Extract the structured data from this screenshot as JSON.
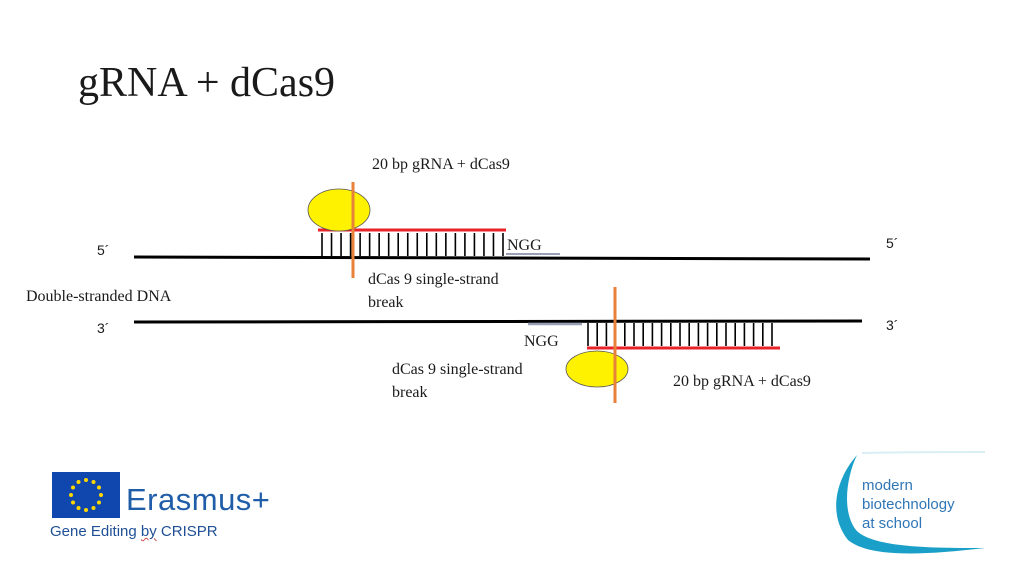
{
  "slide": {
    "title": "gRNA + dCas9"
  },
  "labels": {
    "top_grna": "20 bp gRNA + dCas9",
    "bottom_grna": "20 bp gRNA + dCas9",
    "pam_top": "NGG",
    "pam_bottom": "NGG",
    "break_top_line1": "dCas 9 single-strand",
    "break_top_line2": "break",
    "break_bottom_line1": "dCas 9 single-strand",
    "break_bottom_line2": "break",
    "dna": "Double-stranded DNA",
    "end_top_left": "5´",
    "end_top_right": "5´",
    "end_bottom_left": "3´",
    "end_bottom_right": "3´"
  },
  "colors": {
    "strand": "#000000",
    "grna": "#e8232a",
    "cut": "#e8823a",
    "cas9": "#fff200",
    "pam": "#9aa0b4",
    "erasmus_blue": "#1f5da8",
    "eu_flag": "#0f47af",
    "eu_star": "#ffd700",
    "mbs_accent": "#1aa0c8"
  },
  "logos": {
    "erasmus": "Erasmus+",
    "erasmus_tagline_pre": "Gene Editing ",
    "erasmus_tagline_ul": "by",
    "erasmus_tagline_post": " CRISPR",
    "mbs_line1": "modern",
    "mbs_line2": "biotechnology",
    "mbs_line3": "at school"
  }
}
